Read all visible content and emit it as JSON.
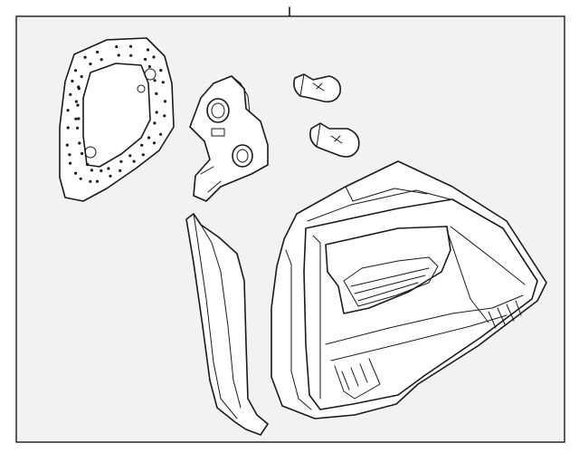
{
  "diagram": {
    "colors": {
      "background": "#ffffff",
      "panel": "#f2f2f2",
      "line": "#1a1a1a"
    },
    "parts": [
      {
        "name": "mounting-gasket"
      },
      {
        "name": "support-bracket"
      },
      {
        "name": "bulb-upper"
      },
      {
        "name": "bulb-lower"
      },
      {
        "name": "trim-cover"
      },
      {
        "name": "tail-lamp-assembly"
      }
    ]
  }
}
